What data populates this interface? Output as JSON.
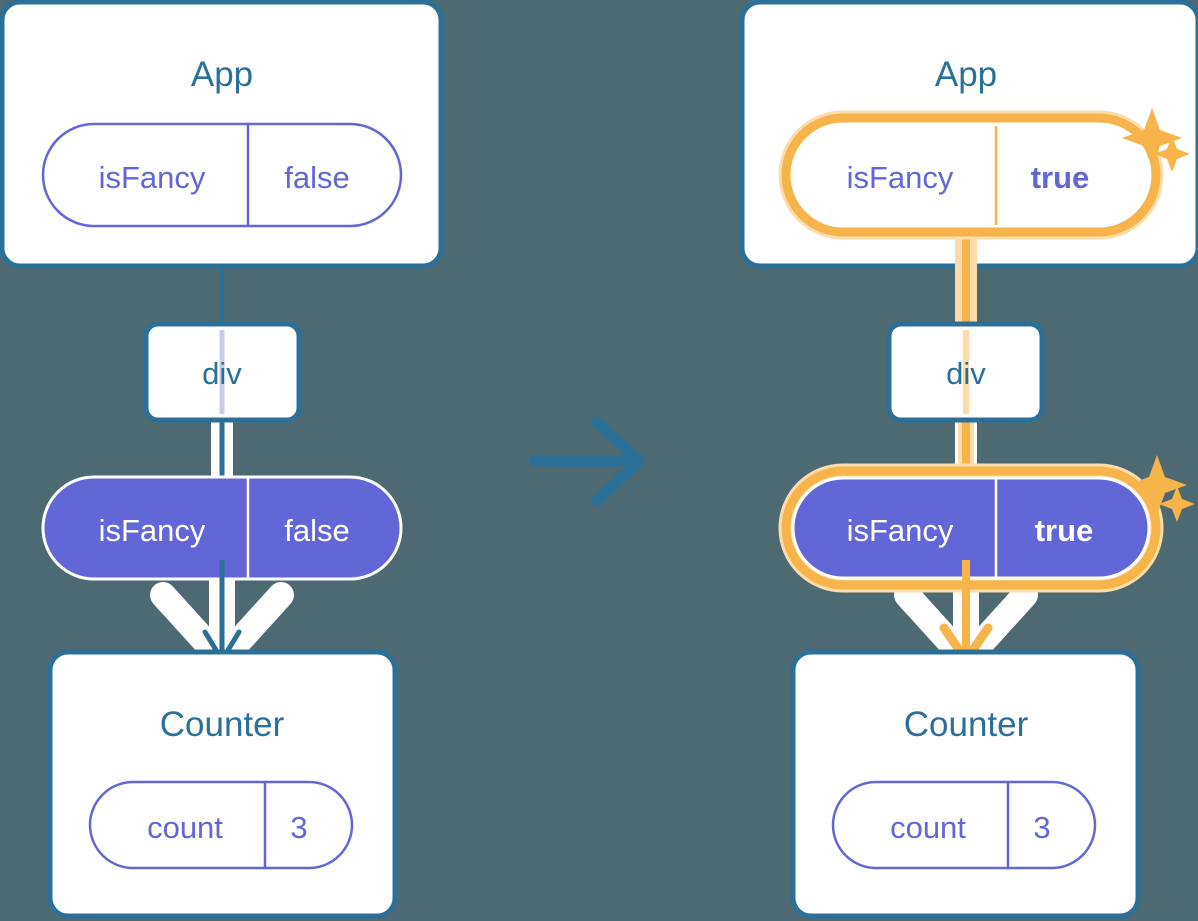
{
  "background_color": "#4d6a73",
  "palette": {
    "card_border": "#2b7099",
    "card_fill": "#ffffff",
    "title_text": "#2b7099",
    "pill_purple_fill": "#6366d6",
    "pill_purple_text": "#ffffff",
    "pill_outline_stroke": "#6366d6",
    "pill_outline_text": "#6366d6",
    "highlight_orange": "#f6b44a",
    "highlight_orange_glow": "#fbdcaa",
    "arrow_blue": "#2b7099",
    "arrow_white": "#ffffff",
    "div_line_lavender": "#c8cdec"
  },
  "transition_arrow": {
    "icon": "arrow-right-icon",
    "color": "#2b7099"
  },
  "panels": [
    {
      "id": "before",
      "side": "left",
      "app_card": {
        "title": "App",
        "pill": {
          "style": "outline",
          "key": "isFancy",
          "value": "false",
          "highlighted": false,
          "value_bold": false
        }
      },
      "div_node": {
        "label": "div"
      },
      "props_pill": {
        "style": "filled",
        "key": "isFancy",
        "value": "false",
        "highlighted": false,
        "value_bold": false
      },
      "counter_card": {
        "title": "Counter",
        "pill": {
          "style": "outline",
          "key": "count",
          "value": "3",
          "highlighted": false,
          "value_bold": false
        }
      },
      "flow_color": "#2b7099",
      "sparkles": []
    },
    {
      "id": "after",
      "side": "right",
      "app_card": {
        "title": "App",
        "pill": {
          "style": "outline",
          "key": "isFancy",
          "value": "true",
          "highlighted": true,
          "value_bold": true
        }
      },
      "div_node": {
        "label": "div"
      },
      "props_pill": {
        "style": "filled",
        "key": "isFancy",
        "value": "true",
        "highlighted": true,
        "value_bold": true
      },
      "counter_card": {
        "title": "Counter",
        "pill": {
          "style": "outline",
          "key": "count",
          "value": "3",
          "highlighted": false,
          "value_bold": false
        }
      },
      "flow_color": "#f6b44a",
      "sparkles": [
        {
          "name": "sparkle-app-pill",
          "big": true
        },
        {
          "name": "sparkle-props-pill",
          "big": true
        }
      ]
    }
  ]
}
